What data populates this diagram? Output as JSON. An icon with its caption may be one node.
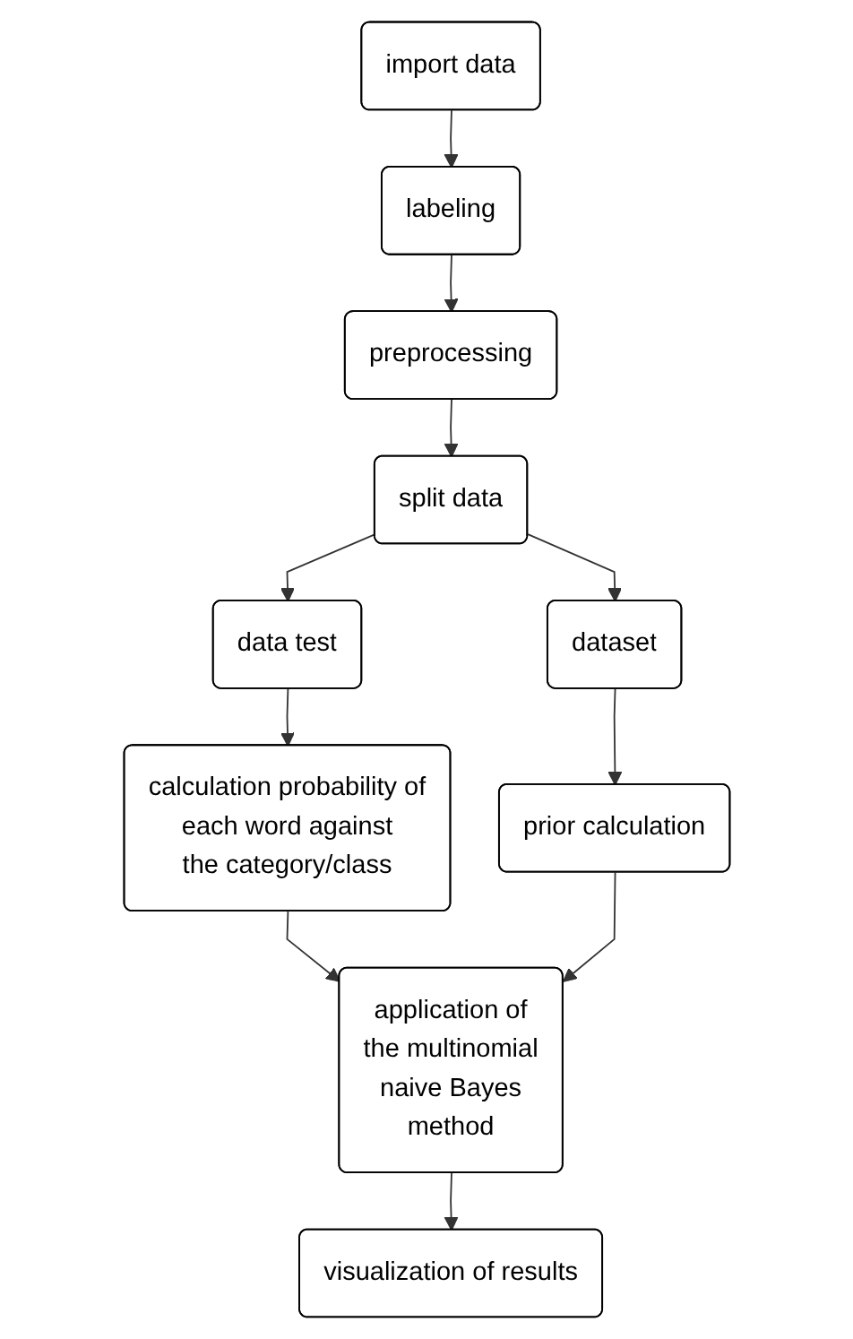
{
  "diagram": {
    "nodes": [
      {
        "text": [
          "import data"
        ]
      },
      {
        "text": [
          "labeling"
        ]
      },
      {
        "text": [
          "preprocessing"
        ]
      },
      {
        "text": [
          "split data"
        ]
      },
      {
        "text": [
          "data test"
        ]
      },
      {
        "text": [
          "dataset"
        ]
      },
      {
        "text": [
          "calculation probability of each word against the category/class"
        ]
      },
      {
        "text": [
          "prior calculation"
        ]
      },
      {
        "text": [
          "application of the multinomial naive Bayes method"
        ]
      },
      {
        "text": [
          "visualization of results"
        ]
      }
    ],
    "edges": [
      {
        "from": 0,
        "to": 1,
        "arrow": "to"
      },
      {
        "from": 1,
        "to": 2,
        "arrow": "to"
      },
      {
        "from": 2,
        "to": 3,
        "arrow": "to"
      },
      {
        "from": 3,
        "to": 4,
        "arrow": "to"
      },
      {
        "from": 3,
        "to": 5,
        "arrow": "to"
      },
      {
        "from": 4,
        "to": 6,
        "arrow": "to"
      },
      {
        "from": 5,
        "to": 7,
        "arrow": "to"
      },
      {
        "from": 6,
        "to": 8,
        "arrow": "to"
      },
      {
        "from": 7,
        "to": 8,
        "arrow": "to"
      },
      {
        "from": 8,
        "to": 9,
        "arrow": "to"
      }
    ]
  }
}
